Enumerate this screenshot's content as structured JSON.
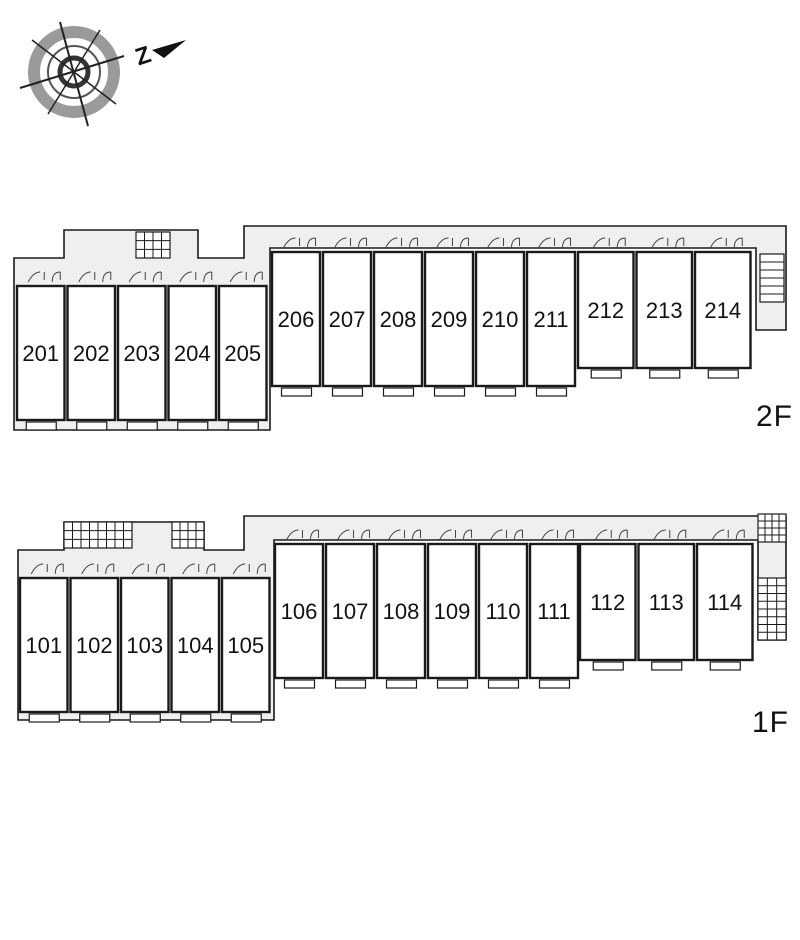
{
  "compass": {
    "north_label": "Z",
    "icon": "compass-rose-icon"
  },
  "floors": [
    {
      "key": "2f",
      "label": "2F",
      "rooms": [
        "201",
        "202",
        "203",
        "204",
        "205",
        "206",
        "207",
        "208",
        "209",
        "210",
        "211",
        "212",
        "213",
        "214"
      ]
    },
    {
      "key": "1f",
      "label": "1F",
      "rooms": [
        "101",
        "102",
        "103",
        "104",
        "105",
        "106",
        "107",
        "108",
        "109",
        "110",
        "111",
        "112",
        "113",
        "114"
      ]
    }
  ],
  "colors": {
    "line": "#1a1a1a",
    "corridor": "#efefef",
    "room": "#ffffff",
    "text": "#111111"
  }
}
